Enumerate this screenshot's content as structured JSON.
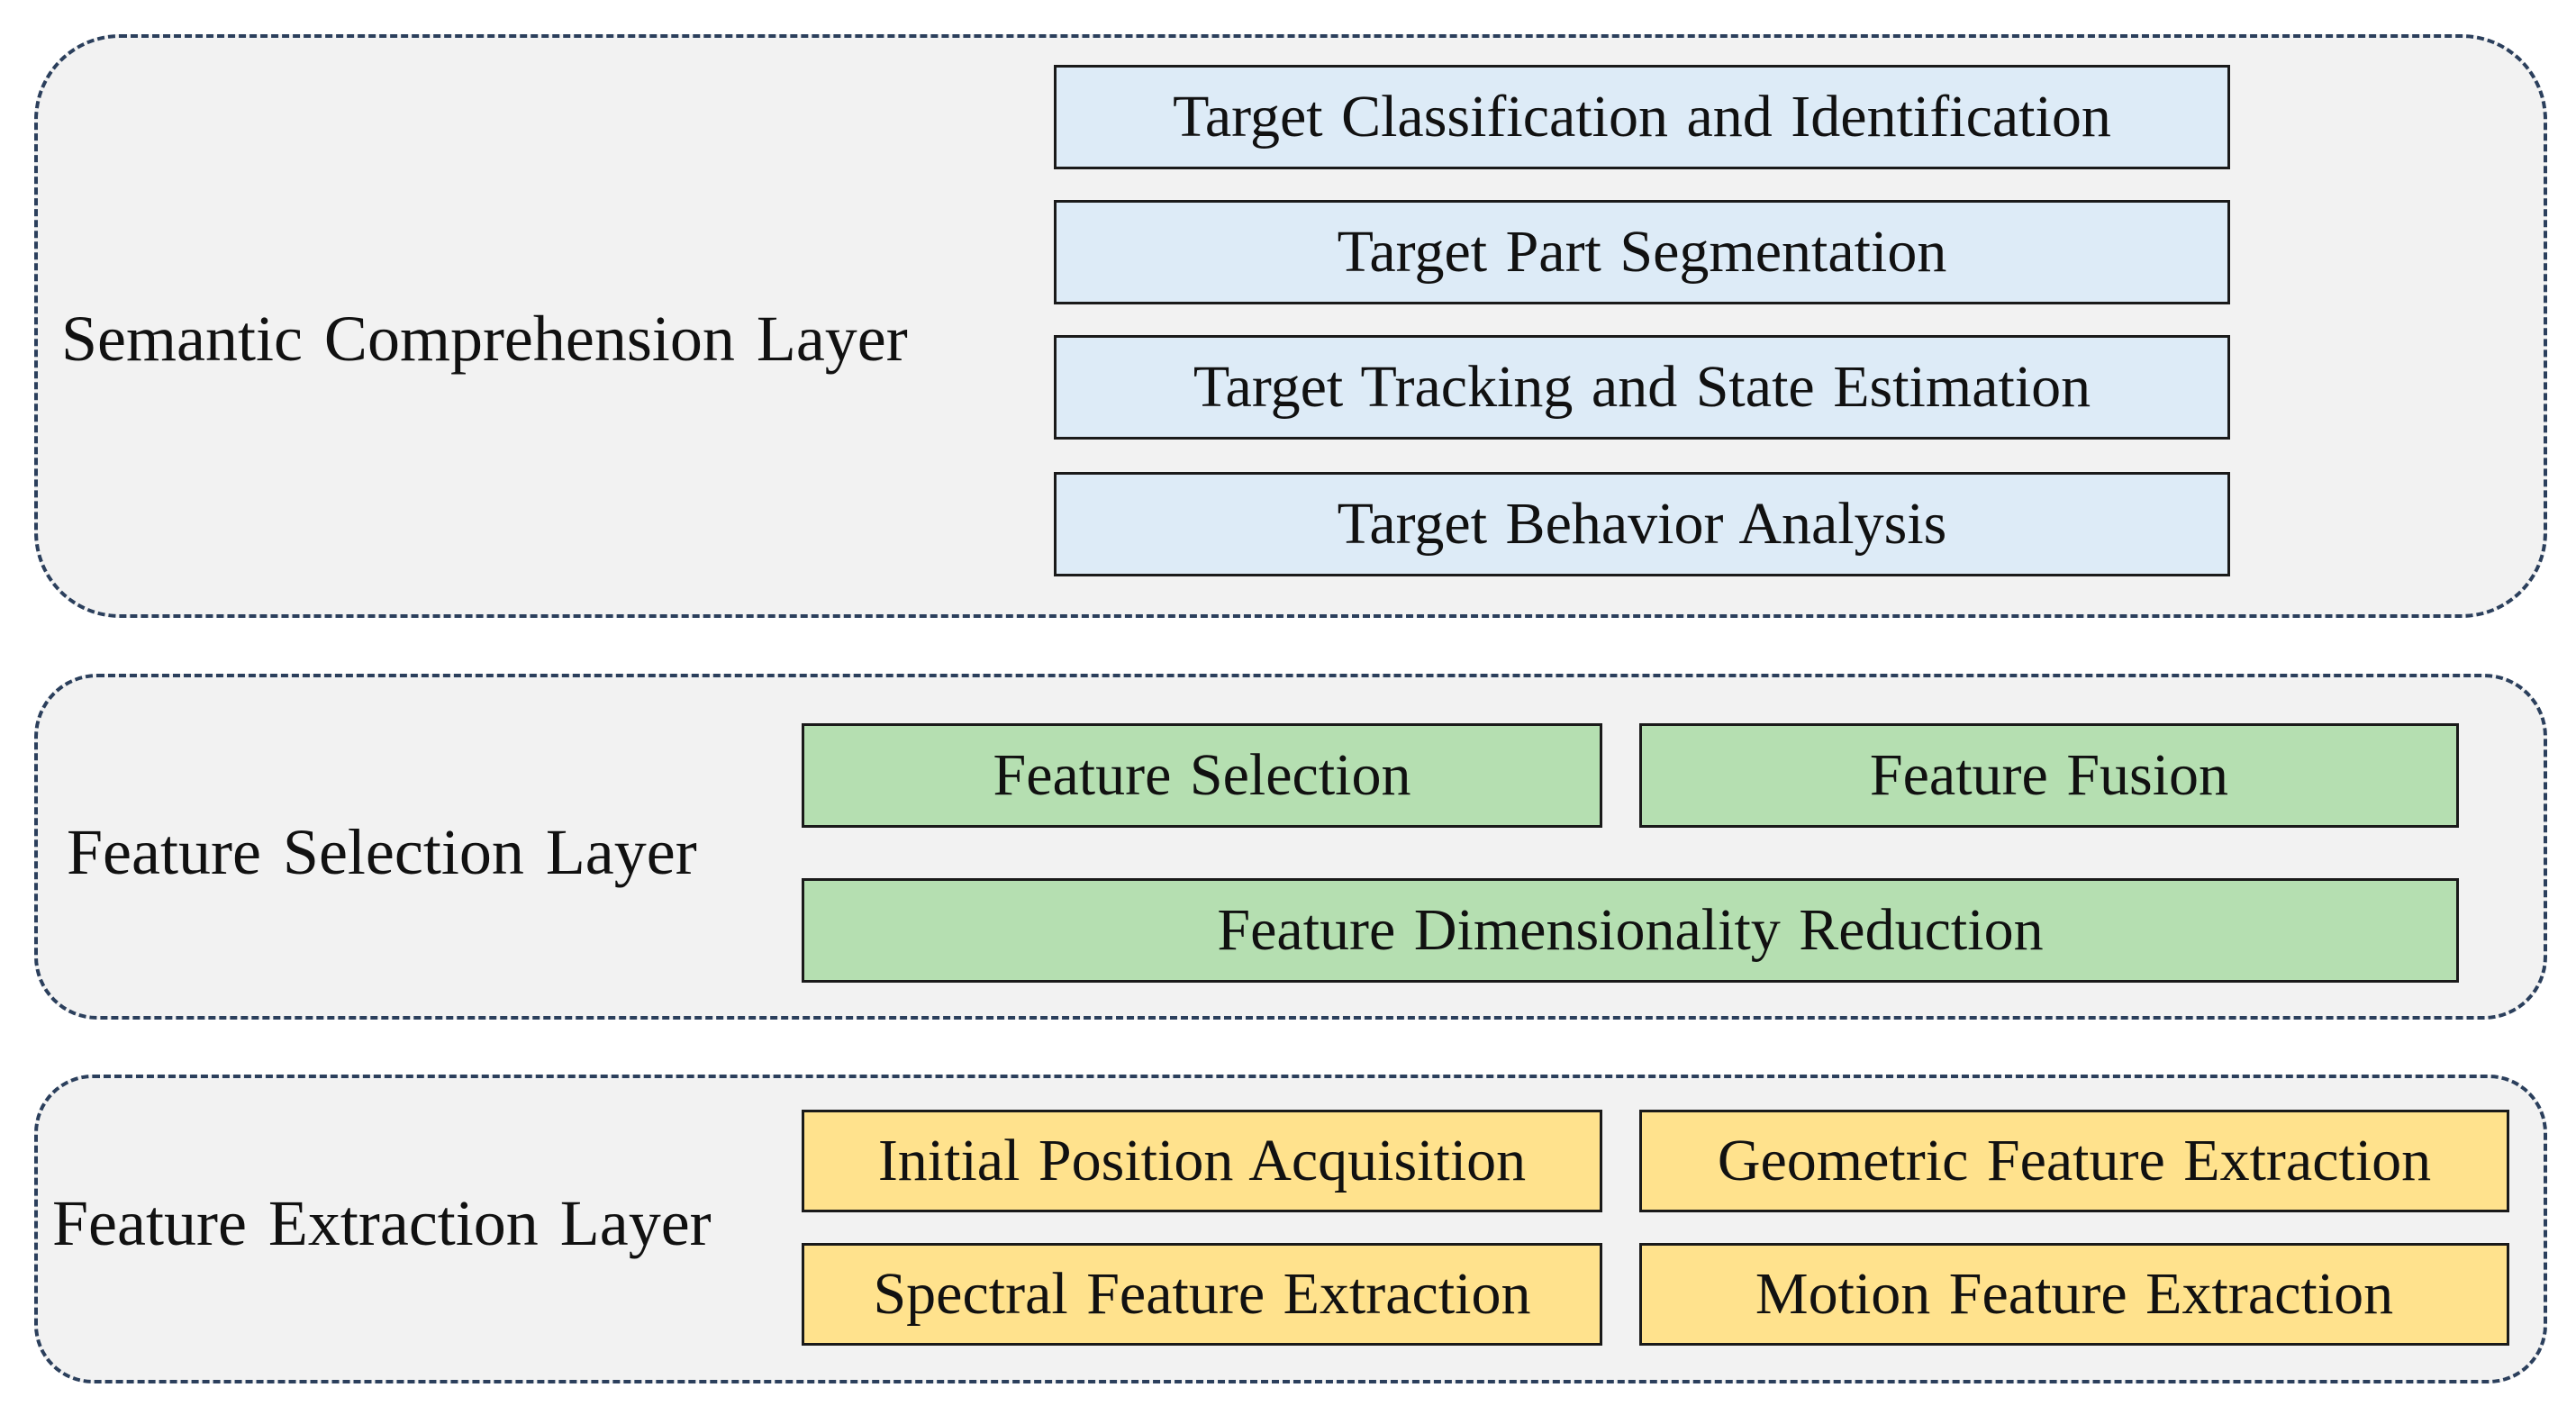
{
  "layers": {
    "semantic": {
      "label": "Semantic Comprehension  Layer",
      "boxes": [
        "Target Classification and  Identification",
        "Target Part Segmentation",
        "Target Tracking and  State Estimation",
        "Target Behavior Analysis"
      ]
    },
    "selection": {
      "label": "Feature Selection  Layer",
      "boxes": [
        "Feature Selection",
        "Feature Fusion",
        "Feature Dimensionality  Reduction"
      ]
    },
    "extraction": {
      "label": "Feature Extraction Layer",
      "boxes": [
        "Initial  Position  Acquisition",
        "Geometric Feature Extraction",
        "Spectral Feature Extraction",
        "Motion Feature Extraction"
      ]
    }
  },
  "colors": {
    "semantic_box": "#ddebf7",
    "selection_box": "#b5dfb1",
    "extraction_box": "#ffe28d",
    "layer_background": "#f2f2f2",
    "layer_border": "#2b3f5c"
  }
}
